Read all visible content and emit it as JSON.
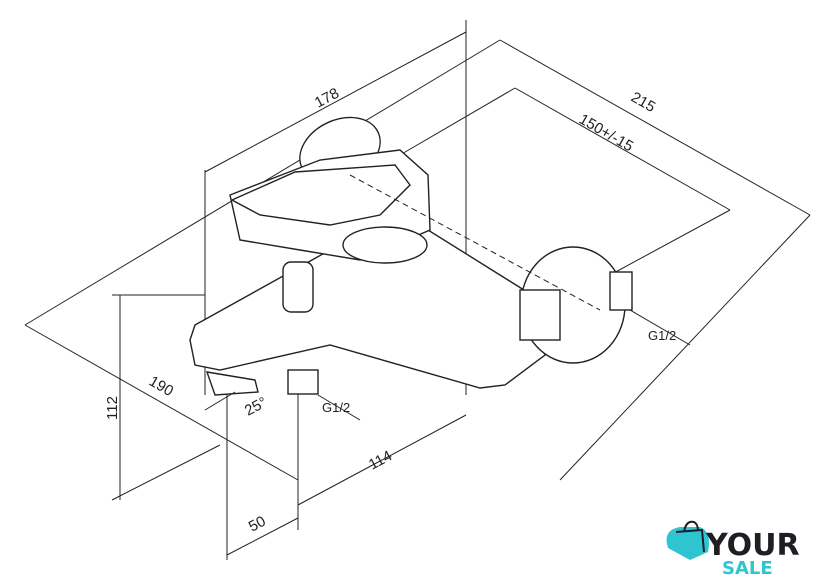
{
  "drawing": {
    "dimensions": {
      "width_top": "178",
      "depth_total": "215",
      "centers": "150+/-15",
      "depth_spout": "190",
      "height": "112",
      "spout_to_wall": "114",
      "spout_offset": "50",
      "angle": "25°",
      "thread_spout": "G1/2",
      "thread_inlet": "G1/2"
    }
  },
  "logo": {
    "word1": "YOUR",
    "word2": "SALE",
    "accent": "#2ec4d0",
    "dark": "#1e1e24"
  }
}
